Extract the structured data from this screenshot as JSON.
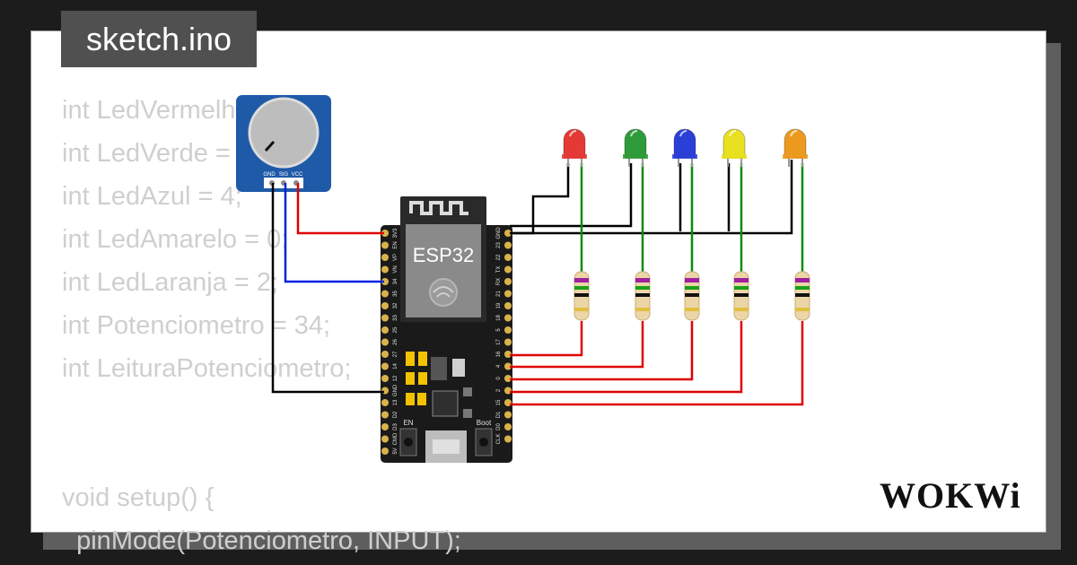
{
  "file_tab": {
    "label": "sketch.ino"
  },
  "code_lines": [
    "int LedVermelho = 17;",
    "int LedVerde = 16;",
    "int LedAzul = 4;",
    "int LedAmarelo = 0;",
    "int LedLaranja = 2;",
    "int Potenciometro = 34;",
    "int LeituraPotenciometro;",
    "",
    "",
    "void setup() {",
    "  pinMode(Potenciometro, INPUT);"
  ],
  "board": {
    "label": "ESP32",
    "button_en": "EN",
    "button_boot": "Boot",
    "left_pins": [
      "3V3",
      "EN",
      "VP",
      "VN",
      "34",
      "35",
      "32",
      "33",
      "25",
      "26",
      "27",
      "14",
      "12",
      "GND",
      "13",
      "D2",
      "D3",
      "CMD",
      "5V"
    ],
    "right_pins": [
      "GND",
      "23",
      "22",
      "TX",
      "RX",
      "21",
      "19",
      "18",
      "5",
      "17",
      "16",
      "4",
      "0",
      "2",
      "15",
      "D1",
      "D0",
      "CLK"
    ]
  },
  "potentiometer": {
    "pins": [
      "GND",
      "SIG",
      "VCC"
    ]
  },
  "leds": [
    {
      "color_name": "red",
      "color": "#e53935"
    },
    {
      "color_name": "green",
      "color": "#2e9b3a"
    },
    {
      "color_name": "blue",
      "color": "#2b3fd6"
    },
    {
      "color_name": "yellow",
      "color": "#e8e020"
    },
    {
      "color_name": "orange",
      "color": "#eb9a1e"
    }
  ],
  "wire_colors": {
    "vcc": "#e00000",
    "sig": "#0020e0",
    "gnd": "#000000",
    "led": "#0a8a0a"
  },
  "brand": {
    "logo_text": "WOKWi"
  }
}
